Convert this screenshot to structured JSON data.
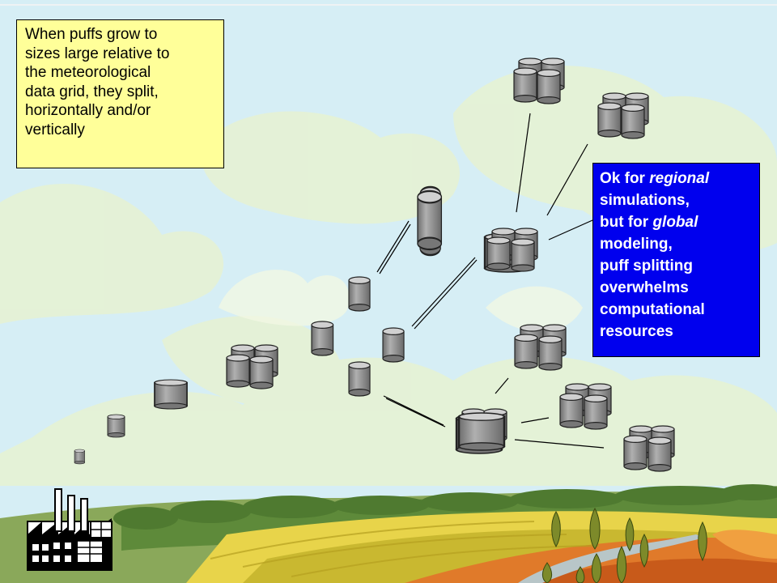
{
  "yellow_note": {
    "lines": [
      "When puffs grow to",
      "sizes large relative to",
      "the meteorological",
      "data grid, they split,",
      "horizontally and/or",
      "vertically"
    ]
  },
  "blue_note": {
    "line1_prefix": "Ok for ",
    "line1_em": "regional",
    "line2": "simulations,",
    "line3_prefix": "but for ",
    "line3_em": "global",
    "line4": "modeling,",
    "line5": "puff splitting",
    "line6": "overwhelms",
    "line7": "computational",
    "line8": "resources"
  },
  "colors": {
    "sky": "#d6eef5",
    "cloud": "#eaf4cf",
    "puff_body": "#8f8f8f",
    "puff_top": "#c4c4c4",
    "note_yellow": "#ffff99",
    "note_blue": "#0000ee"
  }
}
